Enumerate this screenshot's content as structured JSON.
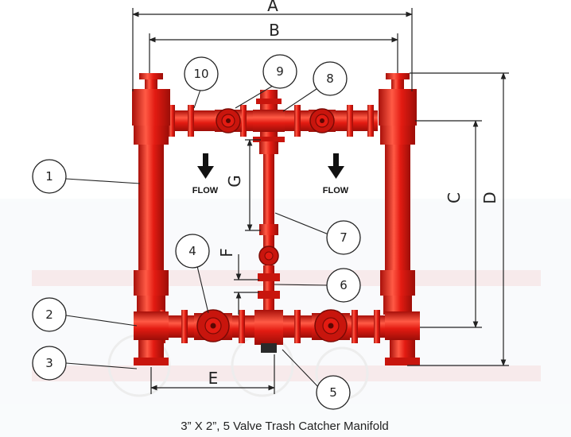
{
  "diagram": {
    "dimensions": [
      "A",
      "B",
      "C",
      "D",
      "E",
      "F",
      "G"
    ],
    "callouts": [
      "1",
      "2",
      "3",
      "4",
      "5",
      "6",
      "7",
      "8",
      "9",
      "10"
    ],
    "flow_label": "FLOW",
    "caption": "3” X 2”, 5 Valve Trash Catcher Manifold",
    "colors": {
      "body": "#e31b12",
      "shade": "#a8100a",
      "highlight": "#ff5a45",
      "line": "#222222"
    }
  }
}
